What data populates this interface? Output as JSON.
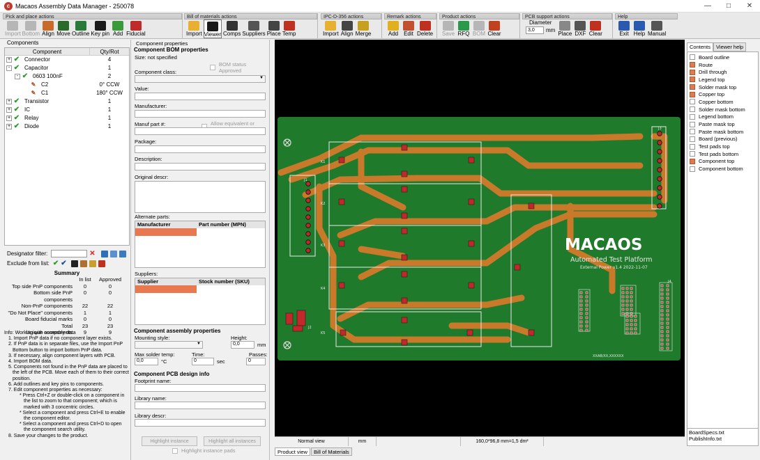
{
  "window": {
    "title": "Macaos Assembly Data Manager - 250078",
    "icon": "app-logo-icon",
    "controls": [
      "minimize",
      "maximize",
      "close"
    ]
  },
  "ribbon": {
    "groups": [
      {
        "title": "Pick and place actions",
        "tools": [
          {
            "label": "Import",
            "icon": "import-icon",
            "disabled": true
          },
          {
            "label": "Bottom",
            "icon": "bottom-icon",
            "disabled": true
          },
          {
            "label": "Align",
            "icon": "align-icon"
          },
          {
            "label": "Move",
            "icon": "move-icon"
          },
          {
            "label": "Outline",
            "icon": "outline-icon"
          },
          {
            "label": "Key pin",
            "icon": "key-pin-icon"
          },
          {
            "label": "Add",
            "icon": "add-icon"
          },
          {
            "label": "Fiducial",
            "icon": "fiducial-icon"
          }
        ]
      },
      {
        "title": "Bill of materials actions",
        "tools": [
          {
            "label": "Import",
            "icon": "import-folder-icon"
          },
          {
            "label": "Viewer",
            "icon": "viewer-icon",
            "selected": true
          },
          {
            "label": "Comps",
            "icon": "comps-icon"
          },
          {
            "label": "Suppliers",
            "icon": "suppliers-icon"
          },
          {
            "label": "Place",
            "icon": "place-icon"
          },
          {
            "label": "Temp",
            "icon": "temp-icon"
          }
        ]
      },
      {
        "title": "IPC-D-356 actions",
        "tools": [
          {
            "label": "Import",
            "icon": "ipc-import-icon"
          },
          {
            "label": "Align",
            "icon": "ipc-align-icon"
          },
          {
            "label": "Merge",
            "icon": "ipc-merge-icon"
          }
        ]
      },
      {
        "title": "Remark actions",
        "tools": [
          {
            "label": "Add",
            "icon": "remark-add-icon"
          },
          {
            "label": "Edit",
            "icon": "remark-edit-icon"
          },
          {
            "label": "Delete",
            "icon": "remark-delete-icon"
          }
        ]
      },
      {
        "title": "Product actions",
        "tools": [
          {
            "label": "Save",
            "icon": "save-icon",
            "disabled": true
          },
          {
            "label": "RFQ",
            "icon": "rfq-icon"
          },
          {
            "label": "BOM",
            "icon": "bom-icon",
            "disabled": true
          },
          {
            "label": "Clear",
            "icon": "clear-icon"
          }
        ]
      },
      {
        "title": "PCB support actions",
        "diameter": {
          "label": "Diameter",
          "value": "3,0",
          "unit": "mm"
        },
        "tools": [
          {
            "label": "Place",
            "icon": "pcb-place-icon"
          },
          {
            "label": "DXF",
            "icon": "dxf-icon"
          },
          {
            "label": "Clear",
            "icon": "pcb-clear-icon"
          }
        ]
      },
      {
        "title": "Help",
        "tools": [
          {
            "label": "Exit",
            "icon": "exit-icon"
          },
          {
            "label": "Help",
            "icon": "help-icon"
          },
          {
            "label": "Manual",
            "icon": "manual-icon"
          }
        ]
      }
    ]
  },
  "components": {
    "title": "Components",
    "col_component": "Component",
    "col_qty": "Qty/Rot",
    "rows": [
      {
        "name": "Connector",
        "qty": "4",
        "level": 0,
        "expand": "+"
      },
      {
        "name": "Capacitor",
        "qty": "1",
        "level": 0,
        "expand": "-"
      },
      {
        "name": "0603 100nF",
        "qty": "2",
        "level": 1,
        "expand": "-"
      },
      {
        "name": "C2",
        "qty": "0° CCW",
        "level": 2,
        "expand": ""
      },
      {
        "name": "C1",
        "qty": "180° CCW",
        "level": 2,
        "expand": ""
      },
      {
        "name": "Transistor",
        "qty": "1",
        "level": 0,
        "expand": "+"
      },
      {
        "name": "IC",
        "qty": "1",
        "level": 0,
        "expand": "+"
      },
      {
        "name": "Relay",
        "qty": "1",
        "level": 0,
        "expand": "+"
      },
      {
        "name": "Diode",
        "qty": "1",
        "level": 0,
        "expand": "+"
      }
    ],
    "designator_filter": "Designator filter:",
    "exclude_from_list": "Exclude from list:"
  },
  "summary": {
    "title": "Summary",
    "col_in_list": "In list",
    "col_approved": "Approved",
    "rows": [
      {
        "label": "Top side PnP components",
        "in": "0",
        "ap": "0"
      },
      {
        "label": "Bottom side PnP components",
        "in": "0",
        "ap": "0"
      },
      {
        "label": "Non-PnP components",
        "in": "22",
        "ap": "22"
      },
      {
        "label": "\"Do Not Place\" components",
        "in": "1",
        "ap": "1"
      },
      {
        "label": "Board fiducial marks",
        "in": "0",
        "ap": "0"
      },
      {
        "label": "Total",
        "in": "23",
        "ap": "23"
      },
      {
        "label": "",
        "in": "",
        "ap": ""
      },
      {
        "label": "Unique components",
        "in": "9",
        "ap": "9"
      }
    ]
  },
  "info": {
    "title": "Info: Working with assembly data",
    "items": [
      "1. Import PnP data if no component layer exists.",
      "2. If PnP data is in separate files, use the Import PnP Bottom button to import bottom PnP data.",
      "3. If necessary, align component layers with PCB.",
      "4. Import BOM data.",
      "5. Components not found in the PnP data are placed to the left of the PCB. Move each of them to their correct position.",
      "6. Add outlines and key pins to components.",
      "7. Edit component properties as necessary:",
      "* Press Ctrl+Z or double-click on a component in the list to zoom to that component; which is marked with 3 concentric circles.",
      "* Select a component and press Ctrl+E to enable the component editor.",
      "* Select a component and press Ctrl+D to open the component search utility.",
      "8. Save your changes to the product."
    ]
  },
  "props": {
    "title": "Component properties",
    "bom_title": "Component BOM properties",
    "size": "Size: not specified",
    "bom_status": "BOM status Approved",
    "class": "Component class:",
    "value": "Value:",
    "manufacturer": "Manufacturer:",
    "manuf_part": "Manuf part #:",
    "allow_equiv": "Allow equivalent or better",
    "package": "Package:",
    "description": "Description:",
    "original": "Original descr:",
    "alternate": "Alternate parts:",
    "alt_col1": "Manufacturer",
    "alt_col2": "Part number (MPN)",
    "suppliers": "Suppliers:",
    "sup_col1": "Supplier",
    "sup_col2": "Stock number (SKU)",
    "assembly_title": "Component assembly properties",
    "mounting": "Mounting style:",
    "height": "Height:",
    "height_val": "0,0",
    "height_unit": "mm",
    "max_temp": "Max solder temp:",
    "temp_val": "0,0",
    "temp_unit": "°C",
    "time": "Time:",
    "time_val": "0",
    "time_unit": "sec",
    "passes": "Passes:",
    "passes_val": "0",
    "pcb_title": "Component PCB design info",
    "footprint": "Footprint name:",
    "library": "Library name:",
    "library_descr": "Library descr:",
    "btn_highlight": "Highlight instance",
    "btn_highlight_all": "Highlight all instances",
    "highlight_pads": "Highlight instance pads"
  },
  "pcb": {
    "logo": "MACAOS",
    "subtitle": "Automated Test Platform",
    "sub2": "External Power v1.4 2022-11-07",
    "footer": "XXAB/XX,XXXXXX",
    "ref_j1": "J1",
    "ref_j2": "J2",
    "ref_j3": "J3",
    "ref_j4": "J4",
    "k_labels": [
      "K1",
      "K2",
      "K3",
      "K4",
      "K5"
    ],
    "colors": {
      "board": "#1f7a2b",
      "trace": "#c87a2a",
      "pad": "#c0282a",
      "silk": "#e8e8e8"
    }
  },
  "status": {
    "view": "Normal view",
    "unit": "mm",
    "size": "160,0*96,8 mm=1,5 dm²"
  },
  "bottom_tabs": [
    "Product view",
    "Bill of Materials"
  ],
  "layer_panel": {
    "tabs": [
      "Contents",
      "Viewer help"
    ],
    "layers": [
      {
        "name": "Board outline",
        "on": false
      },
      {
        "name": "Route",
        "on": true
      },
      {
        "name": "Drill through",
        "on": true
      },
      {
        "name": "Legend top",
        "on": true
      },
      {
        "name": "Solder mask top",
        "on": true
      },
      {
        "name": "Copper top",
        "on": true
      },
      {
        "name": "Copper bottom",
        "on": false
      },
      {
        "name": "Solder mask bottom",
        "on": false
      },
      {
        "name": "Legend bottom",
        "on": false
      },
      {
        "name": "Paste mask top",
        "on": false
      },
      {
        "name": "Paste mask bottom",
        "on": false
      },
      {
        "name": "Board (previous)",
        "on": false
      },
      {
        "name": "Test pads top",
        "on": false
      },
      {
        "name": "Test pads bottom",
        "on": false
      },
      {
        "name": "Component top",
        "on": true
      },
      {
        "name": "Component bottom",
        "on": false
      }
    ],
    "files": [
      "BoardSpecs.txt",
      "PublishInfo.txt"
    ]
  }
}
